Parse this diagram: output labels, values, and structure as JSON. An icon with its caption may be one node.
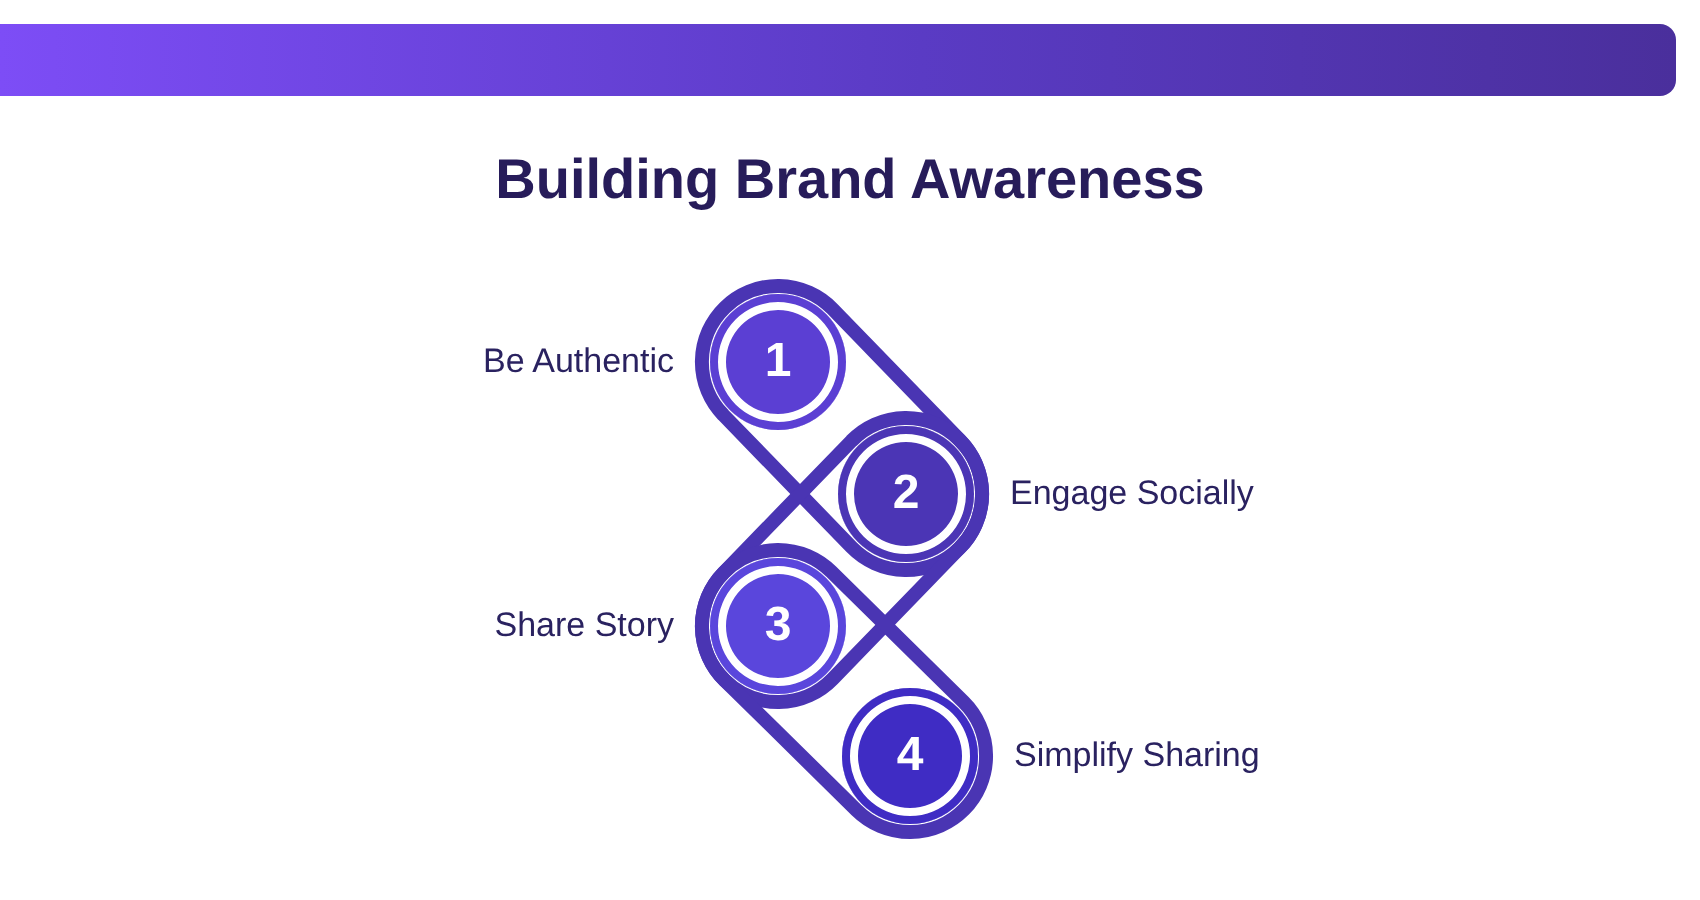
{
  "diagram": {
    "title": "Building Brand Awareness",
    "nodes": [
      {
        "text": [
          "1"
        ],
        "beside": [
          "Be Authentic"
        ]
      },
      {
        "text": [
          "2"
        ],
        "beside": [
          "Engage Socially"
        ]
      },
      {
        "text": [
          "3"
        ],
        "beside": [
          "Share Story"
        ]
      },
      {
        "text": [
          "4"
        ],
        "beside": [
          "Simplify Sharing"
        ]
      }
    ],
    "edges": [
      {
        "from": 0,
        "to": 1,
        "arrow": "none"
      },
      {
        "from": 1,
        "to": 2,
        "arrow": "none"
      },
      {
        "from": 2,
        "to": 3,
        "arrow": "none"
      }
    ]
  }
}
